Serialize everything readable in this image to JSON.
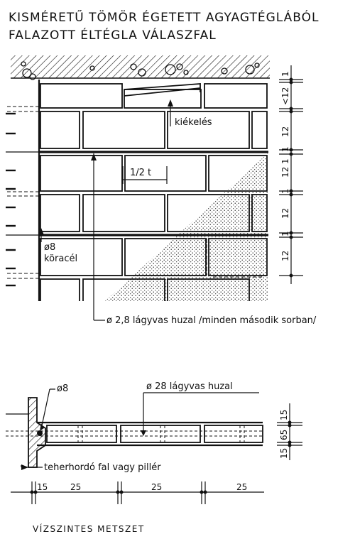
{
  "title": {
    "line1": "KISMÉRETŰ TÖMÖR ÉGETETT AGYAGTÉGLÁBÓL",
    "line2": "FALAZOTT ÉLTÉGLA VÁLASZFAL"
  },
  "elevation": {
    "label_kiekeles": "kiékelés",
    "label_half_t": "1/2 t",
    "label_rebar_dia": "ø8",
    "label_rebar_name": "köracél",
    "label_wire": "ø 2,8 lágyvas huzal /minden második sorban/",
    "dimension_labels": [
      "1",
      "<12",
      "1",
      "12",
      "1",
      "12",
      "1",
      "12",
      "1",
      "12"
    ]
  },
  "section": {
    "label_rebar": "ø8",
    "label_wire": "ø 28 lágyvas huzal",
    "label_wall": "teherhordó fal vagy pillér",
    "right_dims": [
      "15",
      "65",
      "15"
    ],
    "bottom_dims": [
      "15",
      "25",
      "25",
      "25"
    ]
  },
  "caption": "VÍZSZINTES METSZET",
  "colors": {
    "ink": "#111111",
    "paper": "#ffffff"
  }
}
